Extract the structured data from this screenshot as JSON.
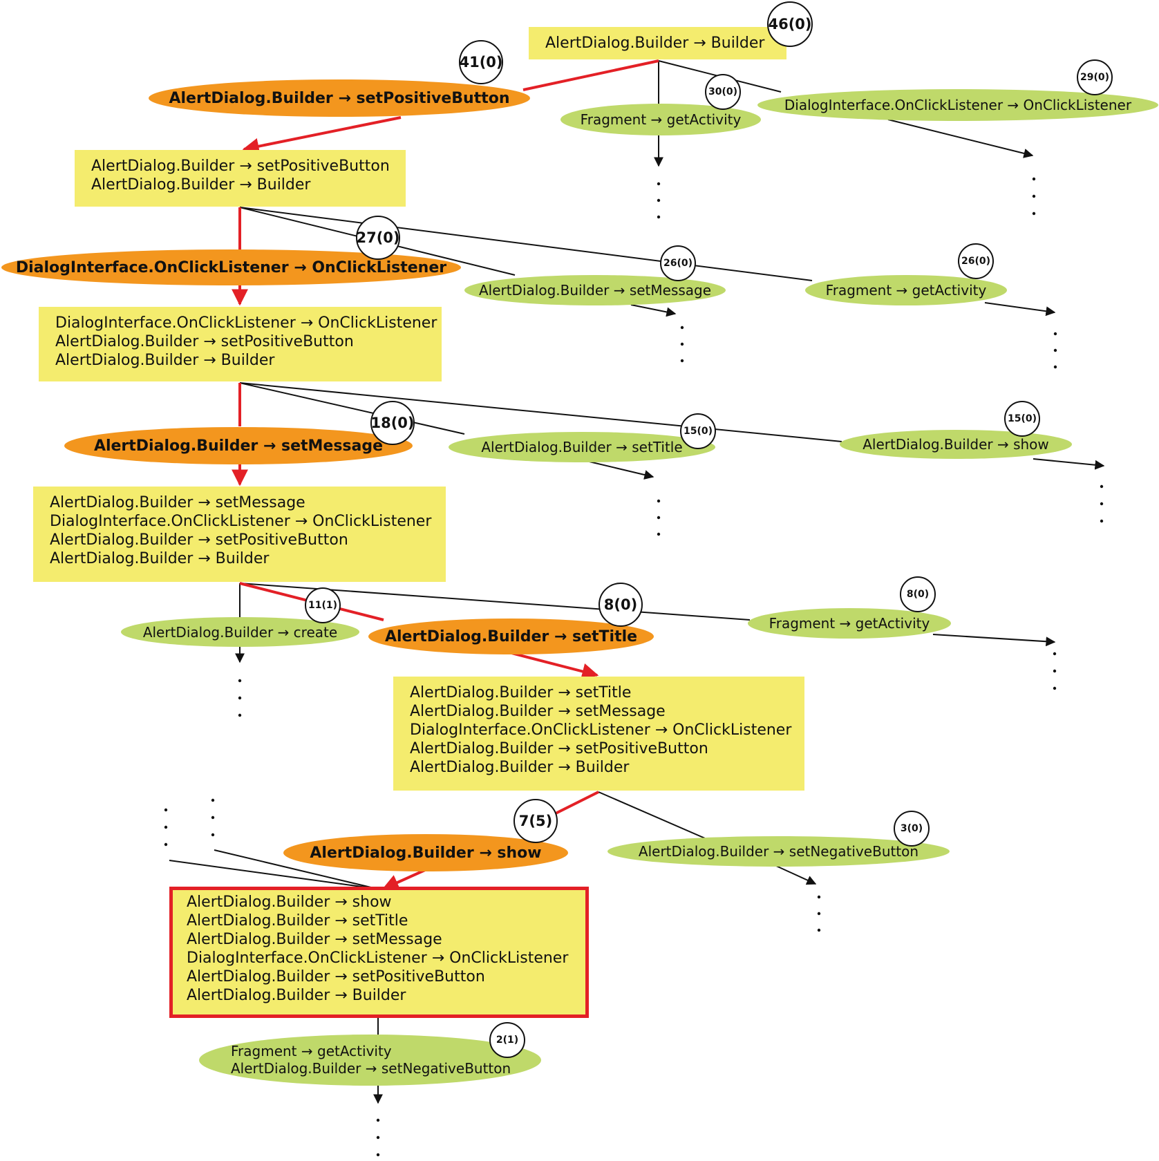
{
  "colors": {
    "box": "#f4ec6e",
    "selected_node": "#f3961e",
    "other_node": "#bfd96a",
    "selected_path": "#e32026",
    "edge": "#111111"
  },
  "boxes": {
    "root": [
      "AlertDialog.Builder → Builder"
    ],
    "b1": [
      "AlertDialog.Builder → setPositiveButton",
      "AlertDialog.Builder → Builder"
    ],
    "b2": [
      "DialogInterface.OnClickListener → OnClickListener",
      "AlertDialog.Builder → setPositiveButton",
      "AlertDialog.Builder → Builder"
    ],
    "b3": [
      "AlertDialog.Builder → setMessage",
      "DialogInterface.OnClickListener → OnClickListener",
      "AlertDialog.Builder → setPositiveButton",
      "AlertDialog.Builder → Builder"
    ],
    "b4": [
      "AlertDialog.Builder → setTitle",
      "AlertDialog.Builder → setMessage",
      "DialogInterface.OnClickListener → OnClickListener",
      "AlertDialog.Builder → setPositiveButton",
      "AlertDialog.Builder → Builder"
    ],
    "b5": [
      "AlertDialog.Builder → show",
      "AlertDialog.Builder → setTitle",
      "AlertDialog.Builder → setMessage",
      "DialogInterface.OnClickListener → OnClickListener",
      "AlertDialog.Builder → setPositiveButton",
      "AlertDialog.Builder → Builder"
    ]
  },
  "nodes": {
    "n_setpos": {
      "label": "AlertDialog.Builder → setPositiveButton",
      "badge": "41(0)"
    },
    "n_frag1": {
      "label": "Fragment → getActivity",
      "badge": "30(0)"
    },
    "n_dicl1": {
      "label": "DialogInterface.OnClickListener → OnClickListener",
      "badge": "29(0)"
    },
    "n_dicl2": {
      "label": "DialogInterface.OnClickListener → OnClickListener",
      "badge": "27(0)"
    },
    "n_setmsg1": {
      "label": "AlertDialog.Builder → setMessage",
      "badge": "26(0)"
    },
    "n_frag2": {
      "label": "Fragment → getActivity",
      "badge": "26(0)"
    },
    "n_setmsg2": {
      "label": "AlertDialog.Builder → setMessage",
      "badge": "18(0)"
    },
    "n_settitle1": {
      "label": "AlertDialog.Builder → setTitle",
      "badge": "15(0)"
    },
    "n_show1": {
      "label": "AlertDialog.Builder → show",
      "badge": "15(0)"
    },
    "n_create": {
      "label": "AlertDialog.Builder → create",
      "badge": "11(1)"
    },
    "n_settitle2": {
      "label": "AlertDialog.Builder → setTitle",
      "badge": "8(0)"
    },
    "n_frag3": {
      "label": "Fragment → getActivity",
      "badge": "8(0)"
    },
    "n_show2": {
      "label": "AlertDialog.Builder → show",
      "badge": "7(5)"
    },
    "n_setneg": {
      "label": "AlertDialog.Builder → setNegativeButton",
      "badge": "3(0)"
    },
    "n_last": {
      "lines": [
        "Fragment → getActivity",
        "AlertDialog.Builder → setNegativeButton"
      ],
      "badge": "2(1)"
    }
  },
  "root_badge": "46(0)"
}
